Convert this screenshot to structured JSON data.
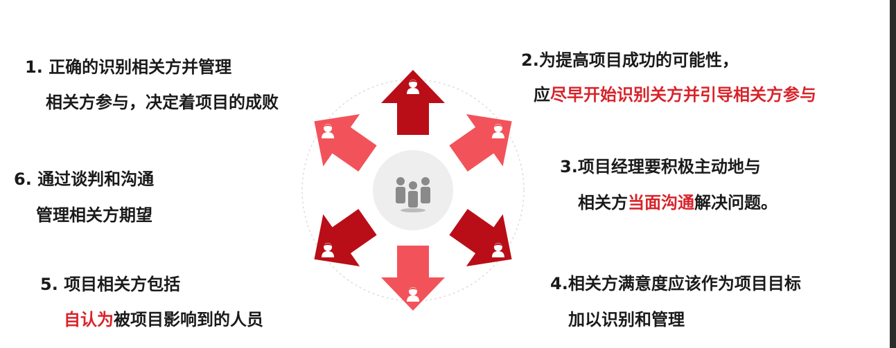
{
  "center": {
    "icon": "people-group-icon"
  },
  "arrow_icon": "person-avatar-icon",
  "colors": {
    "dark_red": "#b90e17",
    "light_red": "#f2535a",
    "highlight": "#d8232a",
    "center_circle": "#eeeeee"
  },
  "items": [
    {
      "num": "1.",
      "line1": "正确的识别相关方并管理",
      "line2": "相关方参与，决定着项目的成败"
    },
    {
      "num": "2.",
      "line1": "为提高项目成功的可能性，",
      "line2_pre": "应",
      "line2_hl": "尽早开始识别关方并引导相关方参与"
    },
    {
      "num": "3.",
      "line1": "项目经理要积极主动地与",
      "line2_pre": "相关方",
      "line2_hl": "当面沟通",
      "line2_post": "解决问题。"
    },
    {
      "num": "4.",
      "line1": "相关方满意度应该作为项目目标",
      "line2": "加以识别和管理"
    },
    {
      "num": "5.",
      "line1": "项目相关方包括",
      "line2_hl": "自认为",
      "line2_post": "被项目影响到的人员"
    },
    {
      "num": "6.",
      "line1": "通过谈判和沟通",
      "line2": "管理相关方期望"
    }
  ]
}
